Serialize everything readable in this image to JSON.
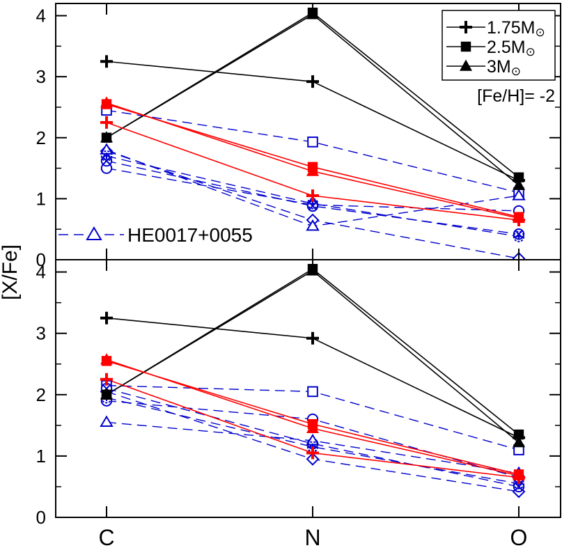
{
  "figure": {
    "ylabel": "[X/Fe]",
    "legend": {
      "placement": "top-right",
      "entries": [
        {
          "label": "1.75M",
          "sun": "⊙",
          "marker": "plus"
        },
        {
          "label": "2.5M",
          "sun": "⊙",
          "marker": "square"
        },
        {
          "label": "3M",
          "sun": "⊙",
          "marker": "triangle"
        }
      ],
      "note": "[Fe/H]= -2"
    },
    "star_label": "HE0017+0055",
    "colors": {
      "model": "#000000",
      "model_highlight": "#ff0000",
      "observed": "#0000cc"
    }
  },
  "chart_data": [
    {
      "type": "line",
      "panel": "top",
      "categories": [
        "C",
        "N",
        "O"
      ],
      "ylim": [
        0,
        4.2
      ],
      "yticks": [
        0,
        1,
        2,
        3,
        4
      ],
      "series": [
        {
          "name": "1.75M⊙",
          "group": "model",
          "color": "#000000",
          "marker": "plus",
          "values": [
            3.25,
            2.92,
            1.3
          ]
        },
        {
          "name": "2.5M⊙",
          "group": "model",
          "color": "#000000",
          "marker": "square",
          "values": [
            2.0,
            4.05,
            1.35
          ]
        },
        {
          "name": "3M⊙",
          "group": "model",
          "color": "#000000",
          "marker": "triangle",
          "values": [
            2.0,
            4.02,
            1.22
          ]
        },
        {
          "group": "model",
          "color": "#ff0000",
          "marker": "plus",
          "values": [
            2.25,
            1.05,
            0.65
          ]
        },
        {
          "group": "model",
          "color": "#ff0000",
          "marker": "square",
          "values": [
            2.55,
            1.52,
            0.7
          ]
        },
        {
          "group": "model",
          "color": "#ff0000",
          "marker": "triangle",
          "values": [
            2.57,
            1.45,
            0.68
          ]
        },
        {
          "group": "observed",
          "color": "#0000cc",
          "marker": "open-square",
          "values": [
            2.45,
            1.93,
            1.1
          ]
        },
        {
          "group": "observed",
          "color": "#0000cc",
          "marker": "open-circle",
          "values": [
            1.5,
            0.9,
            0.8
          ]
        },
        {
          "group": "observed",
          "color": "#0000cc",
          "marker": "open-diamond",
          "values": [
            1.78,
            0.65,
            0.02
          ]
        },
        {
          "group": "observed",
          "color": "#0000cc",
          "marker": "open-x-circle",
          "values": [
            1.62,
            0.88,
            0.42
          ]
        },
        {
          "name": "HE0017+0055",
          "group": "observed",
          "color": "#0000cc",
          "marker": "open-triangle",
          "values": [
            1.8,
            0.55,
            1.05
          ]
        },
        {
          "group": "observed",
          "color": "#0000cc",
          "marker": "open-cross-circle",
          "values": [
            1.7,
            0.92,
            0.38
          ]
        }
      ]
    },
    {
      "type": "line",
      "panel": "bottom",
      "categories": [
        "C",
        "N",
        "O"
      ],
      "ylim": [
        0,
        4.2
      ],
      "yticks": [
        0,
        1,
        2,
        3,
        4
      ],
      "series": [
        {
          "name": "1.75M⊙",
          "group": "model",
          "color": "#000000",
          "marker": "plus",
          "values": [
            3.25,
            2.92,
            1.3
          ]
        },
        {
          "name": "2.5M⊙",
          "group": "model",
          "color": "#000000",
          "marker": "square",
          "values": [
            2.0,
            4.05,
            1.35
          ]
        },
        {
          "name": "3M⊙",
          "group": "model",
          "color": "#000000",
          "marker": "triangle",
          "values": [
            2.0,
            4.02,
            1.22
          ]
        },
        {
          "group": "model",
          "color": "#ff0000",
          "marker": "plus",
          "values": [
            2.25,
            1.05,
            0.65
          ]
        },
        {
          "group": "model",
          "color": "#ff0000",
          "marker": "square",
          "values": [
            2.55,
            1.52,
            0.7
          ]
        },
        {
          "group": "model",
          "color": "#ff0000",
          "marker": "triangle",
          "values": [
            2.57,
            1.45,
            0.68
          ]
        },
        {
          "group": "observed",
          "color": "#0000cc",
          "marker": "open-square",
          "values": [
            2.15,
            2.05,
            1.1
          ]
        },
        {
          "group": "observed",
          "color": "#0000cc",
          "marker": "open-circle",
          "values": [
            1.9,
            1.6,
            0.65
          ]
        },
        {
          "group": "observed",
          "color": "#0000cc",
          "marker": "open-diamond",
          "values": [
            2.05,
            0.95,
            0.42
          ]
        },
        {
          "group": "observed",
          "color": "#0000cc",
          "marker": "open-x-circle",
          "values": [
            2.1,
            1.2,
            0.5
          ]
        },
        {
          "group": "observed",
          "color": "#0000cc",
          "marker": "open-triangle",
          "values": [
            1.55,
            1.25,
            0.72
          ]
        },
        {
          "group": "observed",
          "color": "#0000cc",
          "marker": "open-cross-circle",
          "values": [
            1.95,
            1.15,
            0.55
          ]
        }
      ]
    }
  ]
}
